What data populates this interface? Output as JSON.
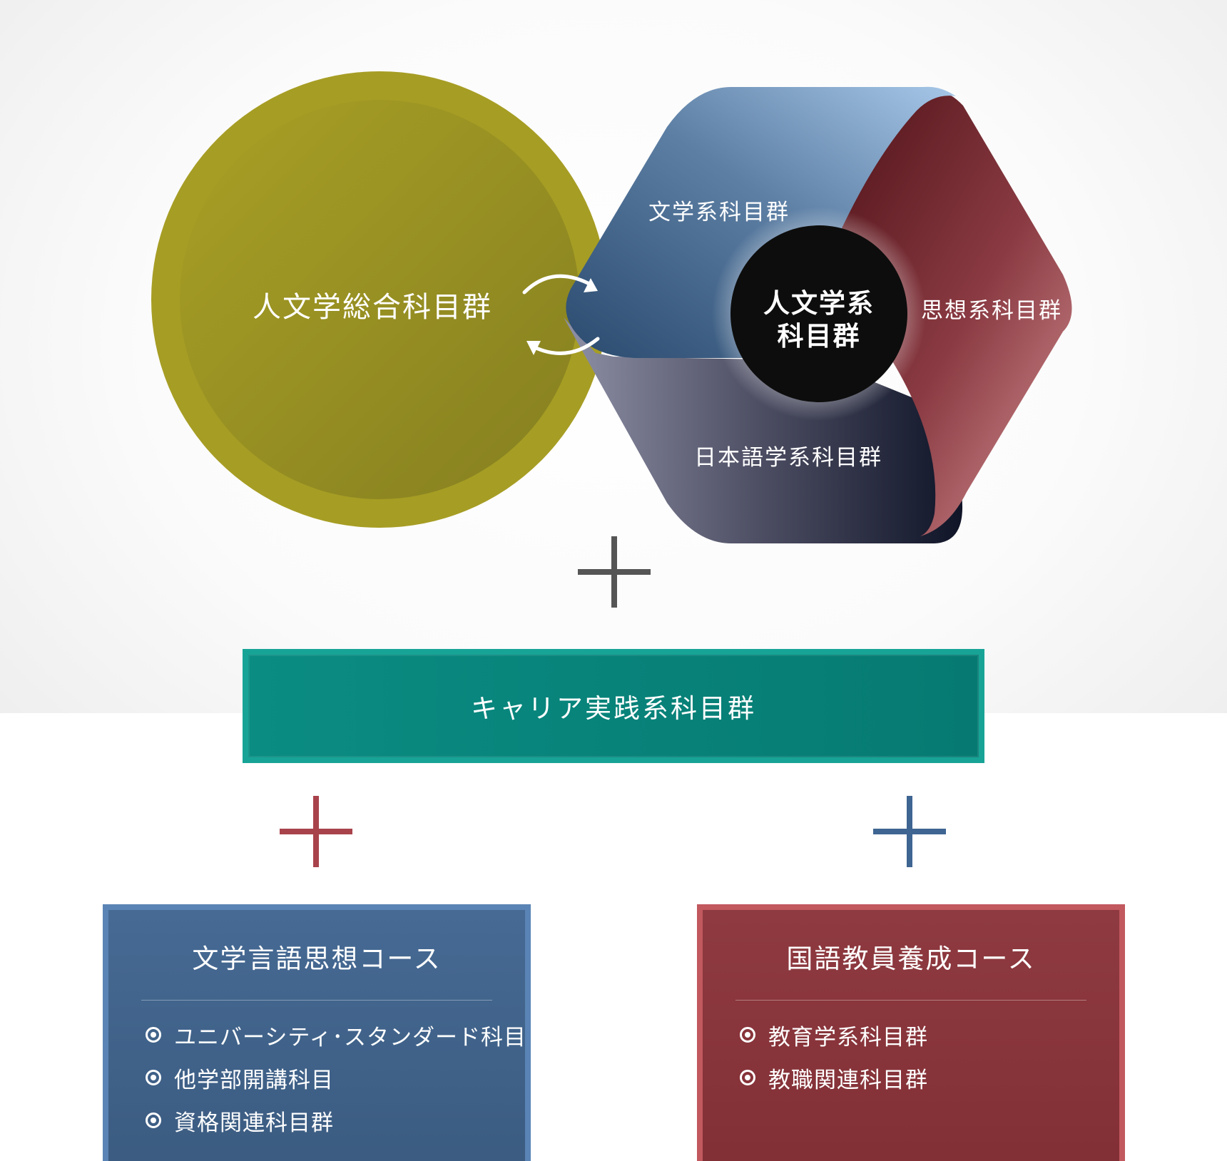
{
  "diagram": {
    "general_group": "人文学総合科目群",
    "center_line1": "人文学系",
    "center_line2": "科目群",
    "literature": "文学系科目群",
    "thought": "思想系科目群",
    "japanese": "日本語学系科目群"
  },
  "career": {
    "label": "キャリア実践系科目群"
  },
  "courses": {
    "left": {
      "title": "文学言語思想コース",
      "items": [
        "ユニバーシティ･スタンダード科目",
        "他学部開講科目",
        "資格関連科目群"
      ]
    },
    "right": {
      "title": "国語教員養成コース",
      "items": [
        "教育学系科目群",
        "教職関連科目群"
      ]
    }
  },
  "colors": {
    "olive": "#a39b22",
    "blue": "#466a94",
    "red": "#8e3a40",
    "teal": "#0a8c82",
    "plus_gray": "#555555",
    "plus_red": "#a8434b",
    "plus_blue": "#3f6592"
  }
}
